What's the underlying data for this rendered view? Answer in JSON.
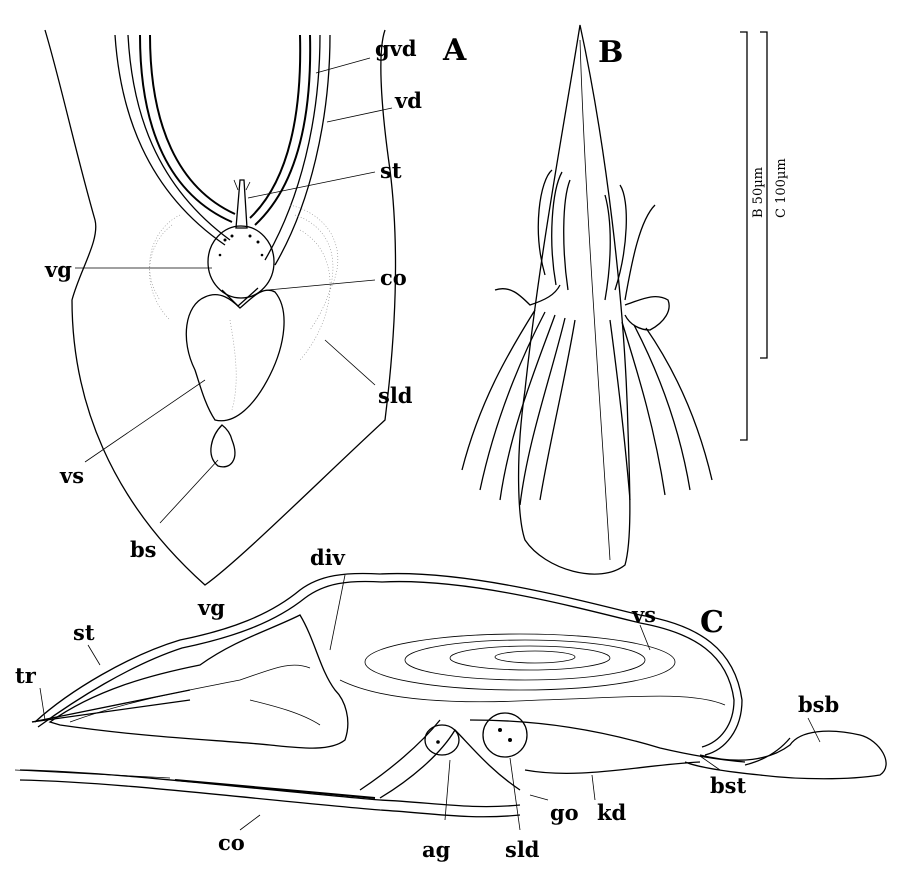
{
  "panels": {
    "a": "A",
    "b": "B",
    "c": "C"
  },
  "scale_bars": {
    "b": "B 50µm",
    "c": "C 100µm"
  },
  "labels_a": {
    "gvd": "gvd",
    "vd": "vd",
    "st": "st",
    "vg": "vg",
    "co": "co",
    "sld": "sld",
    "vs": "vs",
    "bs": "bs"
  },
  "labels_c": {
    "div": "div",
    "vg": "vg",
    "st": "st",
    "tr": "tr",
    "vs": "vs",
    "bsb": "bsb",
    "bst": "bst",
    "kd": "kd",
    "go": "go",
    "sld": "sld",
    "ag": "ag",
    "co": "co"
  }
}
